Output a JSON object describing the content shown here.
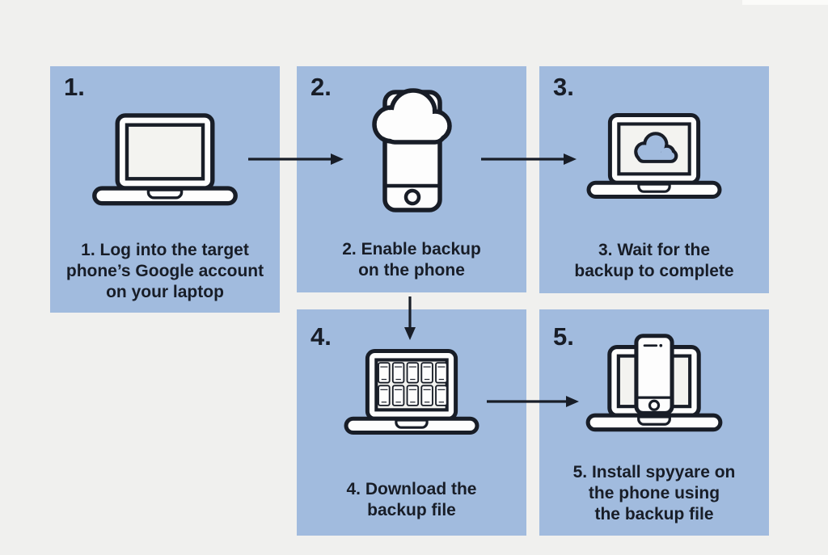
{
  "colors": {
    "background": "#f0f0ee",
    "card_blue": "#a1bbde",
    "ink": "#181d27",
    "icon_white": "#fdfdfd",
    "display_white": "#f3f3f0",
    "corner_strip_white": "#fbfbf9"
  },
  "steps": [
    {
      "number_label": "1.",
      "icon": "laptop-icon",
      "caption_lines": [
        "1. Log into the target",
        "phone’s Google account",
        "on your laptop"
      ]
    },
    {
      "number_label": "2.",
      "icon": "phone-cloud-backup-icon",
      "caption_lines": [
        "2. Enable backup",
        "on the phone"
      ]
    },
    {
      "number_label": "3.",
      "icon": "laptop-cloud-icon",
      "caption_lines": [
        "3. Wait for the",
        "backup to complete"
      ]
    },
    {
      "number_label": "4.",
      "icon": "laptop-phone-grid-icon",
      "caption_lines": [
        "4. Download the",
        "backup file"
      ]
    },
    {
      "number_label": "5.",
      "icon": "laptop-phone-install-icon",
      "caption_lines": [
        "5. Install spyyare on",
        "the phone using",
        "the backup file"
      ]
    }
  ],
  "arrows": [
    {
      "name": "arrow-step1-to-step2",
      "direction": "right"
    },
    {
      "name": "arrow-step2-to-step3",
      "direction": "right"
    },
    {
      "name": "arrow-step2-to-step4",
      "direction": "down"
    },
    {
      "name": "arrow-step4-to-step5",
      "direction": "right"
    }
  ]
}
